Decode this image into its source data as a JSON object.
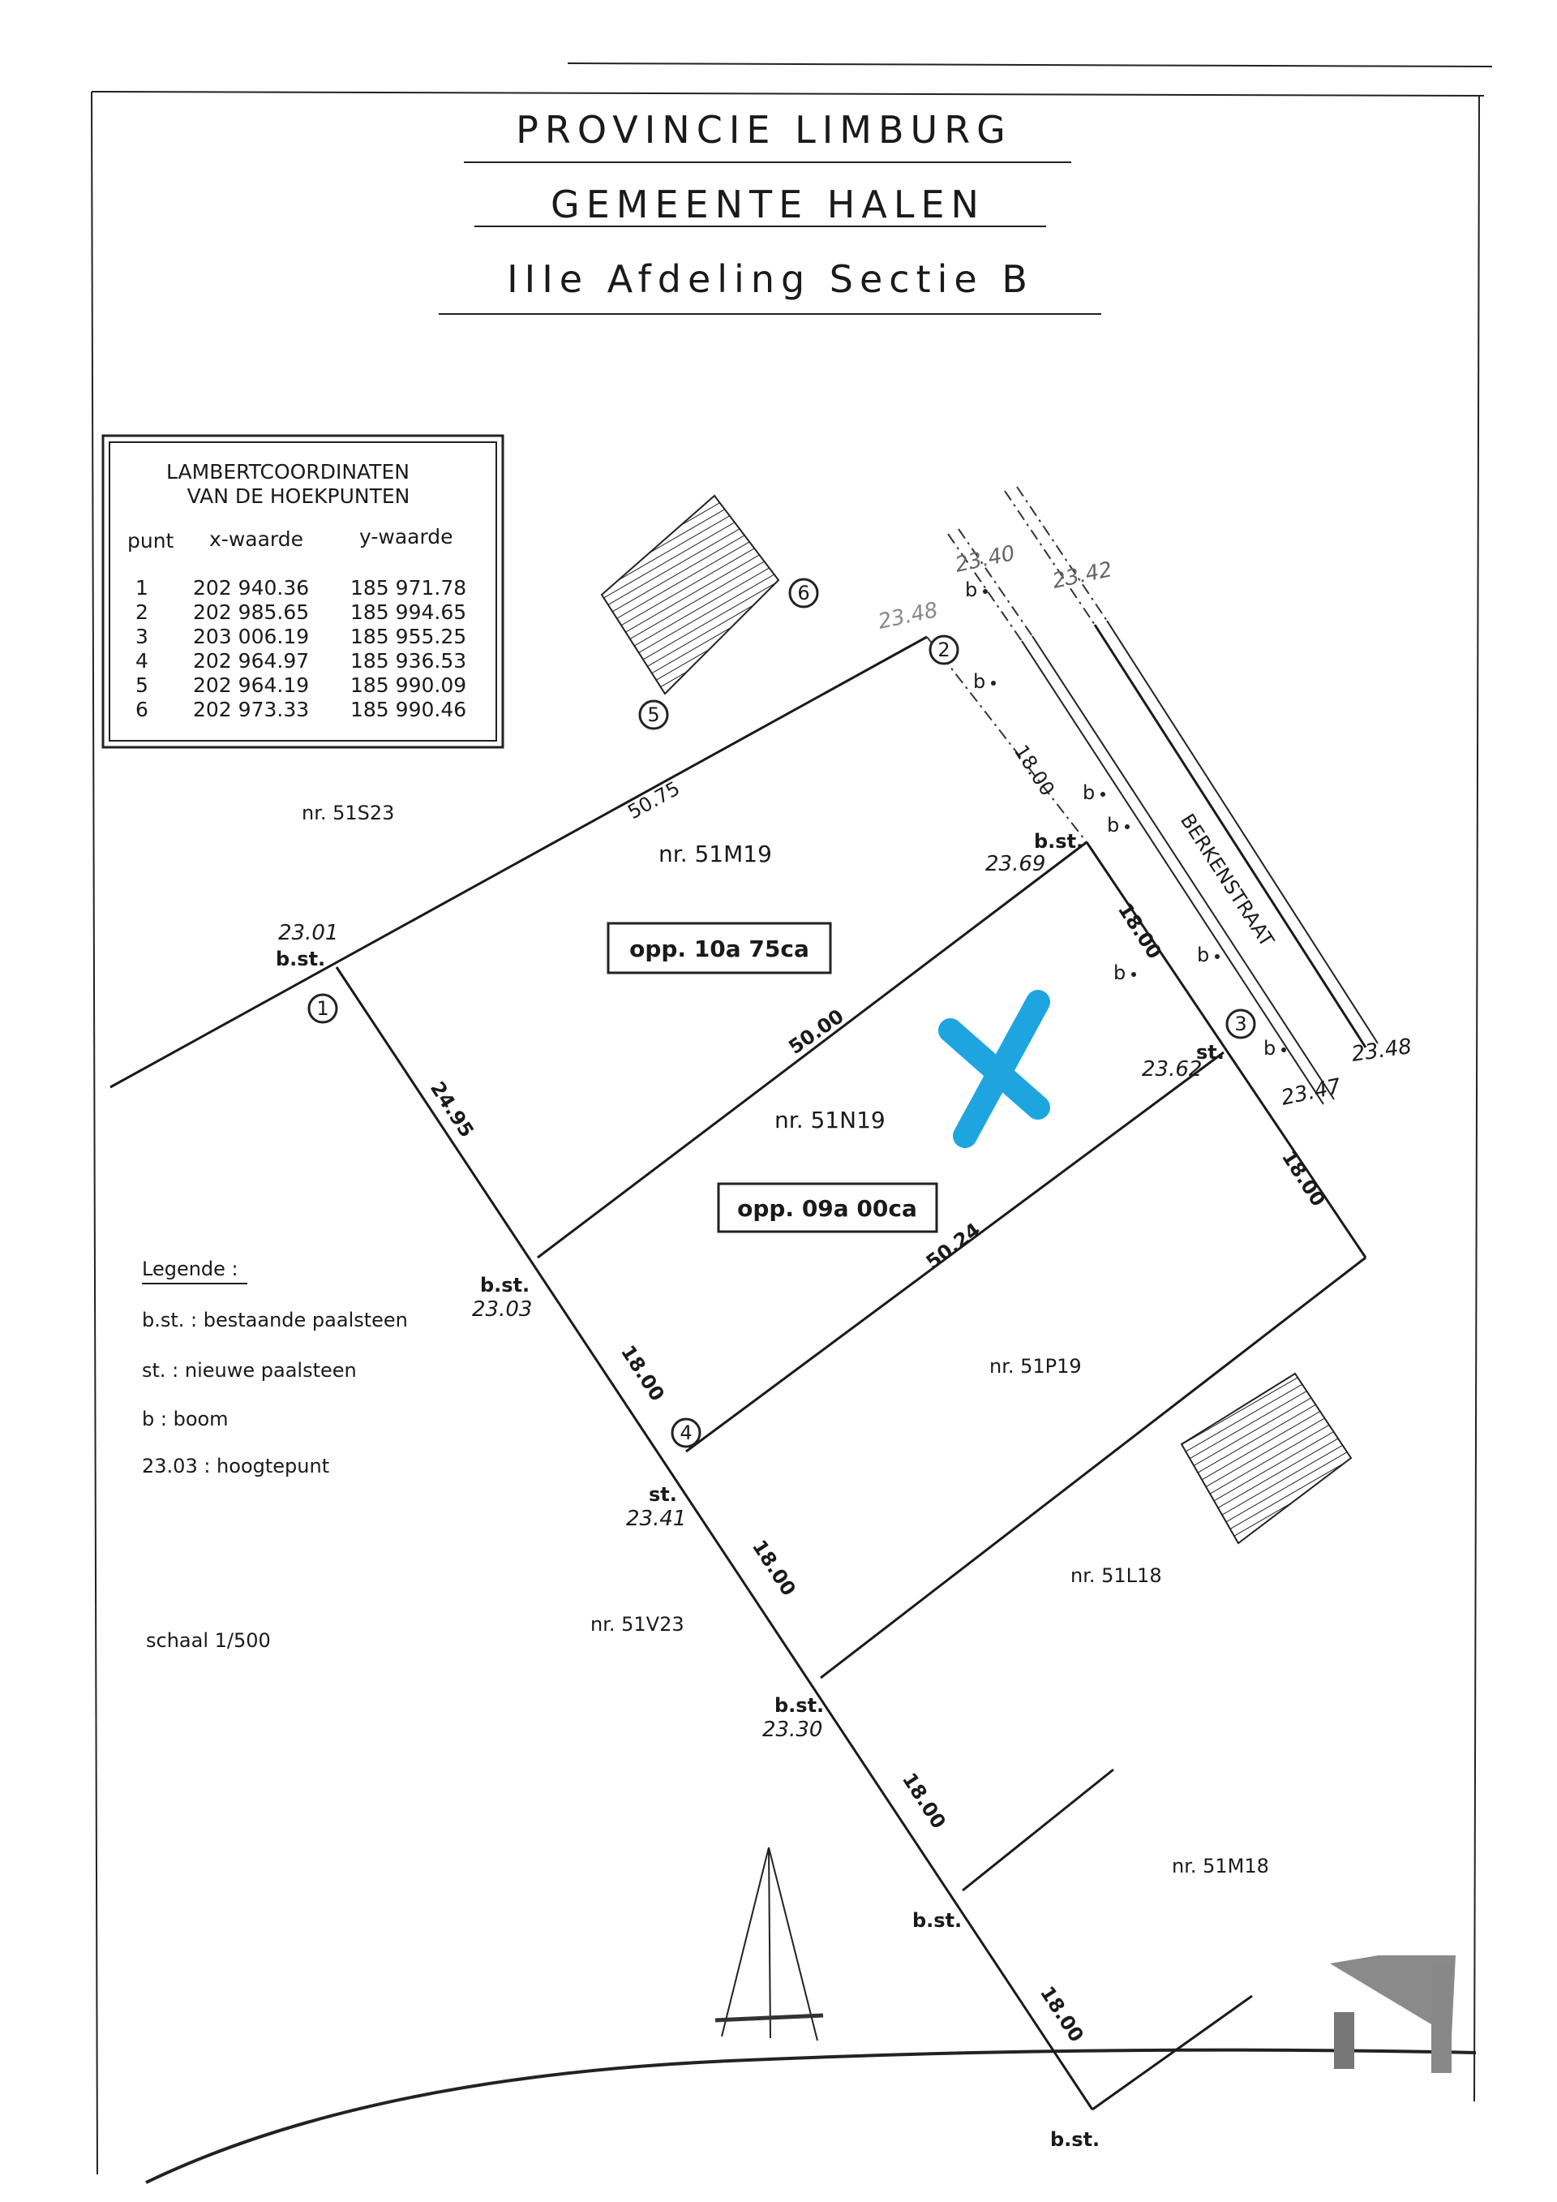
{
  "header": {
    "province": "PROVINCIE LIMBURG",
    "municipality": "GEMEENTE HALEN",
    "section": "IIIe Afdeling Sectie B"
  },
  "coordinates_table": {
    "title_line1": "LAMBERTCOORDINATEN",
    "title_line2": "VAN DE HOEKPUNTEN",
    "columns": [
      "punt",
      "x-waarde",
      "y-waarde"
    ],
    "rows": [
      [
        "1",
        "202 940.36",
        "185 971.78"
      ],
      [
        "2",
        "202 985.65",
        "185 994.65"
      ],
      [
        "3",
        "203 006.19",
        "185 955.25"
      ],
      [
        "4",
        "202 964.97",
        "185 936.53"
      ],
      [
        "5",
        "202 964.19",
        "185 990.09"
      ],
      [
        "6",
        "202 973.33",
        "185 990.46"
      ]
    ]
  },
  "parcels": {
    "p51S23": "nr. 51S23",
    "p51M19": "nr. 51M19",
    "p51N19": "nr. 51N19",
    "p51P19": "nr. 51P19",
    "p51L18": "nr. 51L18",
    "p51V23": "nr. 51V23",
    "p51M18": "nr. 51M18"
  },
  "areas": {
    "m19": "opp. 10a 75ca",
    "n19": "opp. 09a 00ca"
  },
  "street": "BERKENSTRAAT",
  "distances": {
    "d5075": "50.75",
    "d5000": "50.00",
    "d5024": "50.24",
    "d2495": "24.95",
    "d18": "18.00"
  },
  "markers": {
    "bst": "b.st.",
    "st": "st.",
    "b": "b"
  },
  "elevations": {
    "e2301": "23.01",
    "e2303": "23.03",
    "e2341": "23.41",
    "e2330": "23.30",
    "e2369": "23.69",
    "e2362": "23.62",
    "e2340": "23.40",
    "e2342": "23.42",
    "e2348a": "23.48",
    "e2348b": "23.48",
    "e2347": "23.47"
  },
  "points": [
    "1",
    "2",
    "3",
    "4",
    "5",
    "6"
  ],
  "legend": {
    "title": "Legende :",
    "items": [
      "b.st. : bestaande paalsteen",
      "st. : nieuwe paalsteen",
      "b  : boom",
      "23.03 : hoogtepunt"
    ]
  },
  "scale": "schaal 1/500",
  "colors": {
    "ink": "#1a1a1a",
    "marker_x": "#1ea5e0"
  }
}
